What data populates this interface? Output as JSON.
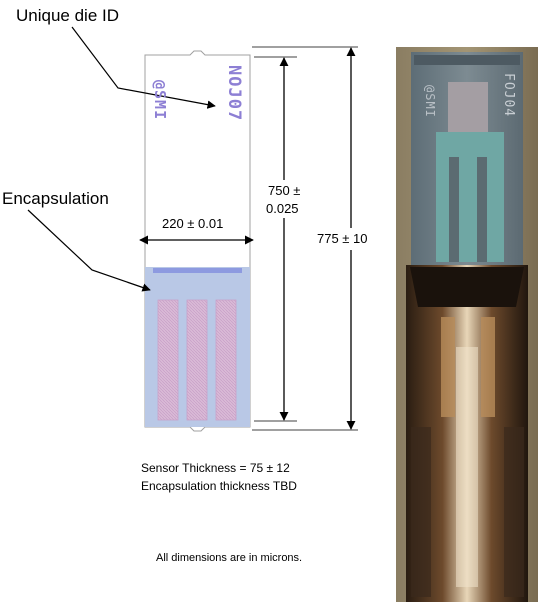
{
  "labels": {
    "die_id": "Unique die ID",
    "encapsulation": "Encapsulation"
  },
  "die_markings": {
    "left": "@SMI",
    "right": "NOJ07"
  },
  "photo_markings": {
    "left": "@SMI",
    "right": "FOJ04"
  },
  "dimensions": {
    "width": "220 ± 0.01",
    "inner_length_line1": "750 ±",
    "inner_length_line2": "0.025",
    "total_length": "775 ± 10"
  },
  "notes": {
    "sensor_thickness": "Sensor Thickness = 75 ± 12",
    "encap_thickness": "Encapsulation thickness TBD",
    "units": "All dimensions are in microns."
  },
  "colors": {
    "encapsulation_fill": "#b9c8e6",
    "electrode_fill": "#d6b8d8",
    "die_text": "#8d7fd4"
  }
}
